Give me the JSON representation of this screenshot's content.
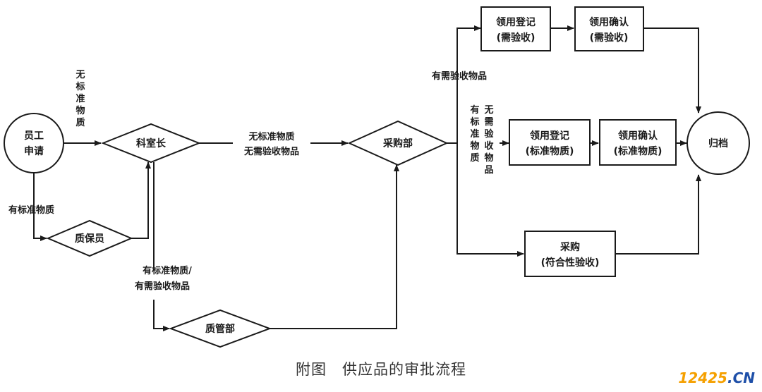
{
  "nodes": {
    "applicant": {
      "line1": "员工",
      "line2": "申请"
    },
    "section_chief": {
      "label": "科室长"
    },
    "qa_officer": {
      "label": "质保员"
    },
    "purchasing_dept": {
      "label": "采购部"
    },
    "qm_dept": {
      "label": "质管部"
    },
    "reg_inspect": {
      "line1": "领用登记",
      "line2": "(需验收)"
    },
    "confirm_inspect": {
      "line1": "领用确认",
      "line2": "(需验收)"
    },
    "reg_standard": {
      "line1": "领用登记",
      "line2": "(标准物质)"
    },
    "confirm_standard": {
      "line1": "领用确认",
      "line2": "(标准物质)"
    },
    "purchase_conformity": {
      "line1": "采购",
      "line2": "(符合性验收)"
    },
    "archive": {
      "label": "归档"
    }
  },
  "edge_labels": {
    "no_standard_vertical": [
      "无",
      "标",
      "准",
      "物",
      "质"
    ],
    "has_standard": "有标准物质",
    "to_purchasing_line1": "无标准物质",
    "to_purchasing_line2": "无需验收物品",
    "to_qm_line1": "有标准物质/",
    "to_qm_line2": "有需验收物品",
    "needs_inspection": "有需验收物品",
    "col_standard": [
      "有",
      "标",
      "准",
      "物",
      "质"
    ],
    "col_no_inspection": [
      "无",
      "需",
      "验",
      "收",
      "物",
      "品"
    ]
  },
  "caption": "附图　供应品的审批流程",
  "watermark": {
    "main": "12425",
    "dot": ".",
    "suffix": "CN"
  }
}
